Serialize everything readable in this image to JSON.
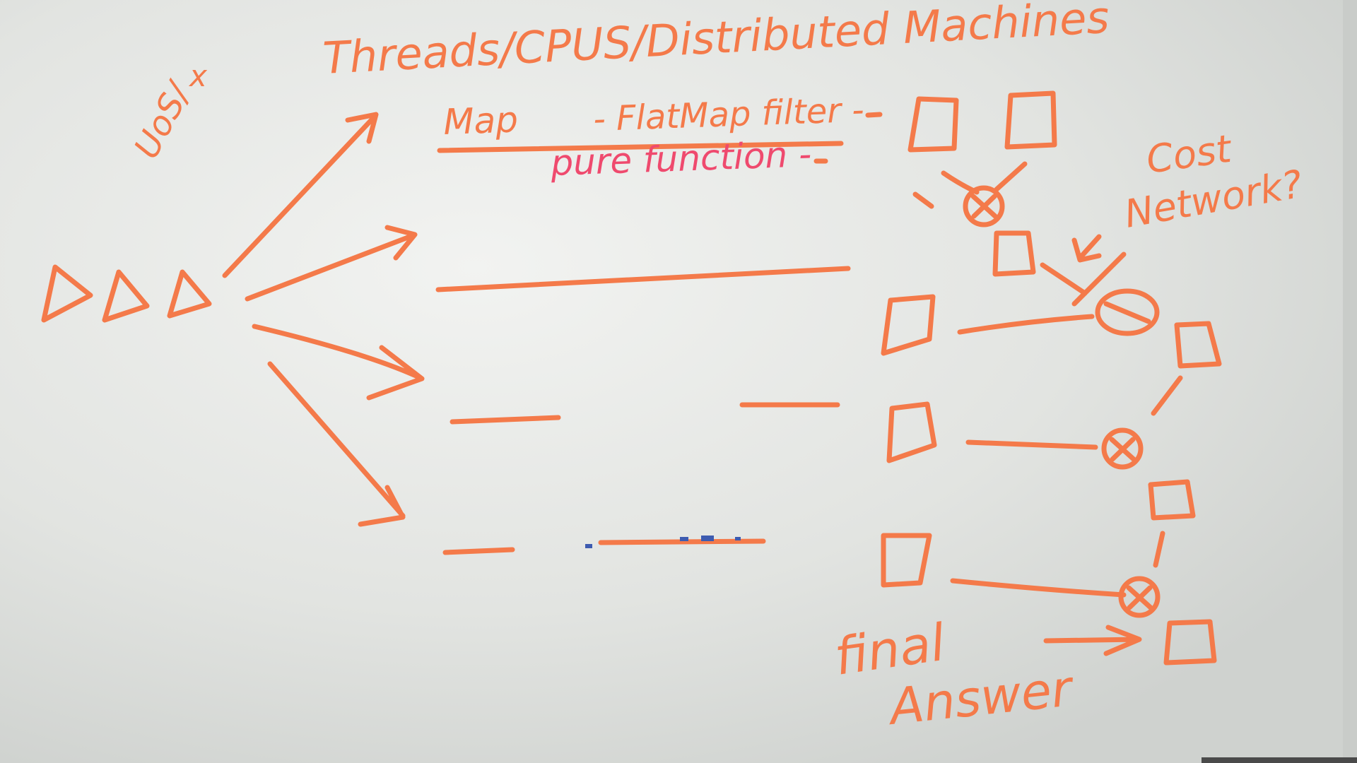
{
  "whiteboard": {
    "heading": "Threads/CPUS/Distributed Machines",
    "map_label": "Map",
    "ops_label": "- FlatMap filter -",
    "pure_function_label": "pure function -",
    "left_note": "UoS/",
    "left_note_mark": "x",
    "cost_label": "Cost",
    "network_label": "Network?",
    "final_label": "final",
    "answer_label": "Answer",
    "reduce_symbol": "⊗",
    "colors": {
      "marker_orange": "#f47a4a",
      "marker_pink": "#ef4a6e",
      "marker_blue": "#3d5bb0",
      "board": "#dcdedb"
    }
  }
}
